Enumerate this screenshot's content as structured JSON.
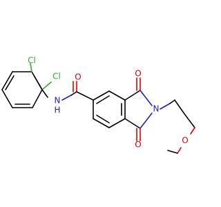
{
  "molecule": {
    "colors": {
      "carbon": "#000000",
      "chlorine": "#2fae2f",
      "nitrogen": "#1f1fd0",
      "oxygen": "#e00000"
    },
    "labels": {
      "cl_top": "Cl",
      "cl_mid": "Cl",
      "nh": "N",
      "h": "H",
      "amide_o": "O",
      "imide_o_top": "O",
      "imide_o_bottom": "O",
      "imide_n": "N",
      "methoxy_o": "O"
    }
  }
}
